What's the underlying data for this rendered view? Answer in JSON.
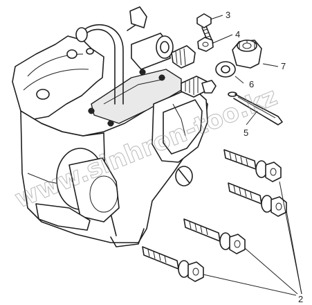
{
  "diagram": {
    "watermark": "www.sinhron-too.kz",
    "callouts": [
      {
        "id": "c3",
        "text": "3"
      },
      {
        "id": "c4",
        "text": "4"
      },
      {
        "id": "c7",
        "text": "7"
      },
      {
        "id": "c6",
        "text": "6"
      },
      {
        "id": "c5",
        "text": "5"
      },
      {
        "id": "c2",
        "text": "2"
      }
    ]
  }
}
